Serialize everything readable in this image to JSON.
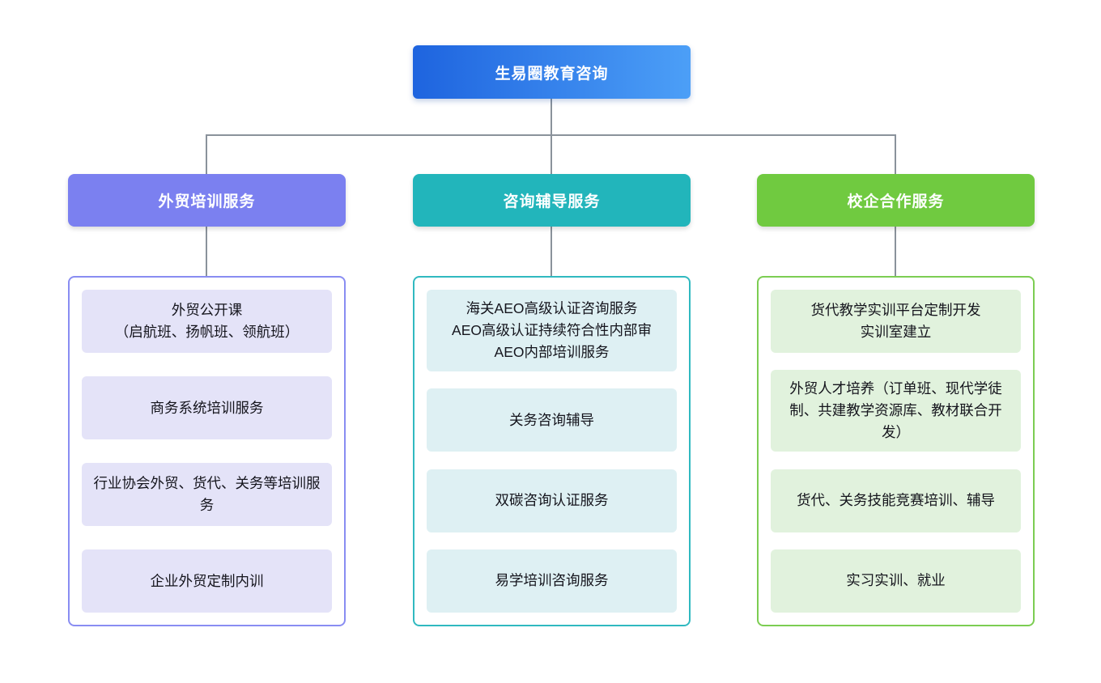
{
  "root": {
    "label": "生易圈教育咨询",
    "gradient_from": "#1e64df",
    "gradient_to": "#4c9ff7"
  },
  "connector_color": "#8a929b",
  "branches": [
    {
      "label": "外贸培训服务",
      "header_color": "#7b80f0",
      "border_color": "#898df2",
      "item_bg": "#e4e3f8",
      "items": [
        "外贸公开课\n（启航班、扬帆班、领航班）",
        "商务系统培训服务",
        "行业协会外贸、货代、关务等培训服务",
        "企业外贸定制内训"
      ]
    },
    {
      "label": "咨询辅导服务",
      "header_color": "#22b5bb",
      "border_color": "#30b9c0",
      "item_bg": "#def0f3",
      "items": [
        "海关AEO高级认证咨询服务\nAEO高级认证持续符合性内部审\nAEO内部培训服务",
        "关务咨询辅导",
        "双碳咨询认证服务",
        "易学培训咨询服务"
      ]
    },
    {
      "label": "校企合作服务",
      "header_color": "#70ca40",
      "border_color": "#7ccd52",
      "item_bg": "#e1f2dd",
      "items": [
        "货代教学实训平台定制开发\n实训室建立",
        "外贸人才培养（订单班、现代学徒制、共建教学资源库、教材联合开发）",
        "货代、关务技能竞赛培训、辅导",
        "实习实训、就业"
      ]
    }
  ]
}
